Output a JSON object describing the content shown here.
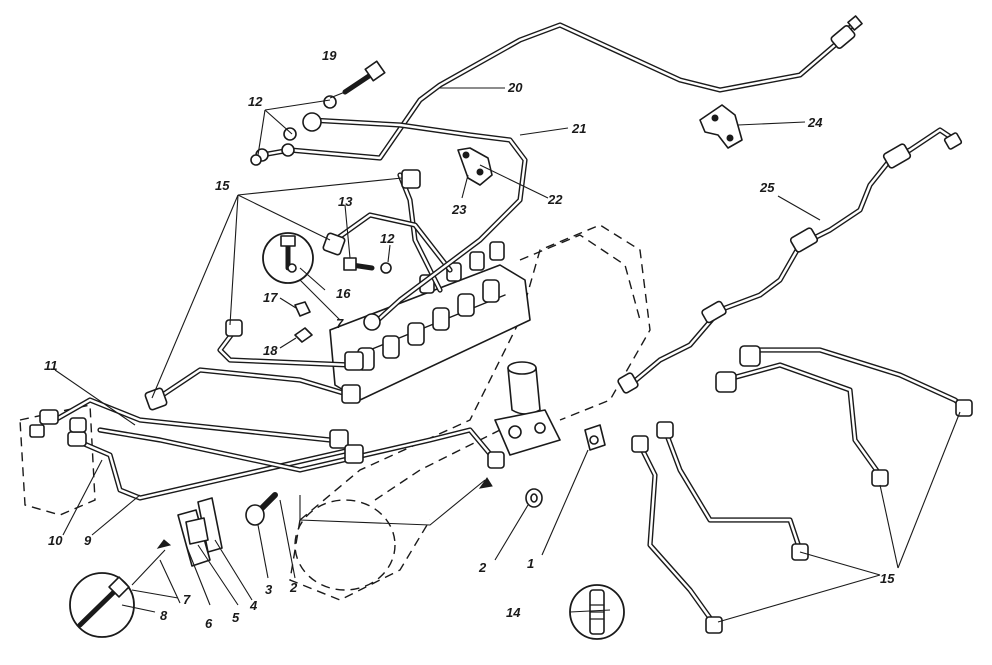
{
  "figure": {
    "callouts": [
      {
        "id": "c1",
        "text": "1"
      },
      {
        "id": "c2",
        "text": "2"
      },
      {
        "id": "c2b",
        "text": "2"
      },
      {
        "id": "c3",
        "text": "3"
      },
      {
        "id": "c4",
        "text": "4"
      },
      {
        "id": "c5",
        "text": "5"
      },
      {
        "id": "c6",
        "text": "6"
      },
      {
        "id": "c7a",
        "text": "7"
      },
      {
        "id": "c7b",
        "text": "7"
      },
      {
        "id": "c8",
        "text": "8"
      },
      {
        "id": "c9",
        "text": "9"
      },
      {
        "id": "c10",
        "text": "10"
      },
      {
        "id": "c11",
        "text": "11"
      },
      {
        "id": "c12a",
        "text": "12"
      },
      {
        "id": "c12b",
        "text": "12"
      },
      {
        "id": "c13",
        "text": "13"
      },
      {
        "id": "c14",
        "text": "14"
      },
      {
        "id": "c15a",
        "text": "15"
      },
      {
        "id": "c15b",
        "text": "15"
      },
      {
        "id": "c16",
        "text": "16"
      },
      {
        "id": "c17",
        "text": "17"
      },
      {
        "id": "c18",
        "text": "18"
      },
      {
        "id": "c19",
        "text": "19"
      },
      {
        "id": "c20",
        "text": "20"
      },
      {
        "id": "c21",
        "text": "21"
      },
      {
        "id": "c22",
        "text": "22"
      },
      {
        "id": "c23",
        "text": "23"
      },
      {
        "id": "c24",
        "text": "24"
      },
      {
        "id": "c25",
        "text": "25"
      }
    ]
  }
}
